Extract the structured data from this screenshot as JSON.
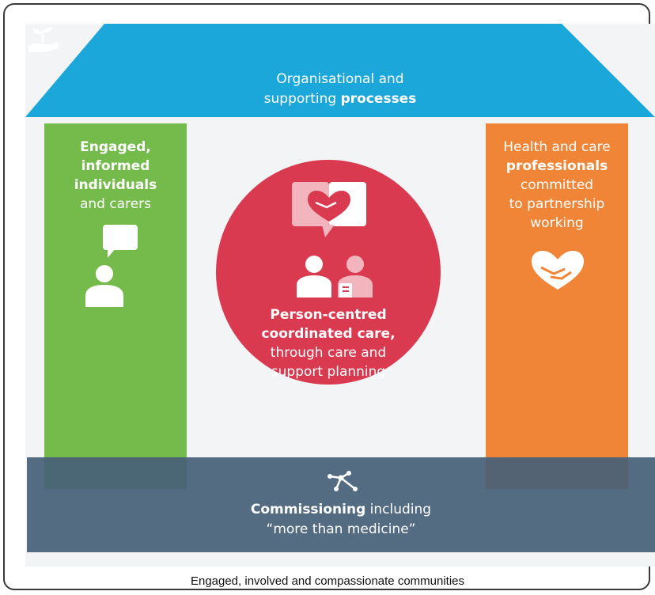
{
  "roof": {
    "line1": "Organisational and",
    "line2_prefix": "supporting ",
    "line2_bold": "processes",
    "icon": "hand-with-seedling-icon",
    "color": "#1ba7d9"
  },
  "left_pillar": {
    "bold_lines": [
      "Engaged,",
      "informed",
      "individuals"
    ],
    "regular_lines": [
      "and carers"
    ],
    "icon": "person-speech-bubble-icon",
    "color": "#75bb4b"
  },
  "right_pillar": {
    "regular_top": "Health and care",
    "bold": "professionals",
    "regular_lines": [
      "committed",
      "to partnership",
      "working"
    ],
    "icon": "handshake-heart-icon",
    "color": "#f08537"
  },
  "center": {
    "bold_lines": [
      "Person-centred",
      "coordinated care,"
    ],
    "regular_lines": [
      "through care and",
      "support planning"
    ],
    "icons": [
      "handshake-speech-bubble-icon",
      "two-people-icon"
    ],
    "color": "#d93a4f"
  },
  "base": {
    "bold": "Commissioning",
    "rest": " including",
    "line2": "“more than medicine”",
    "icon": "network-nodes-icon",
    "color": "#486179"
  },
  "footer": {
    "text": "Engaged, involved and compassionate communities"
  }
}
